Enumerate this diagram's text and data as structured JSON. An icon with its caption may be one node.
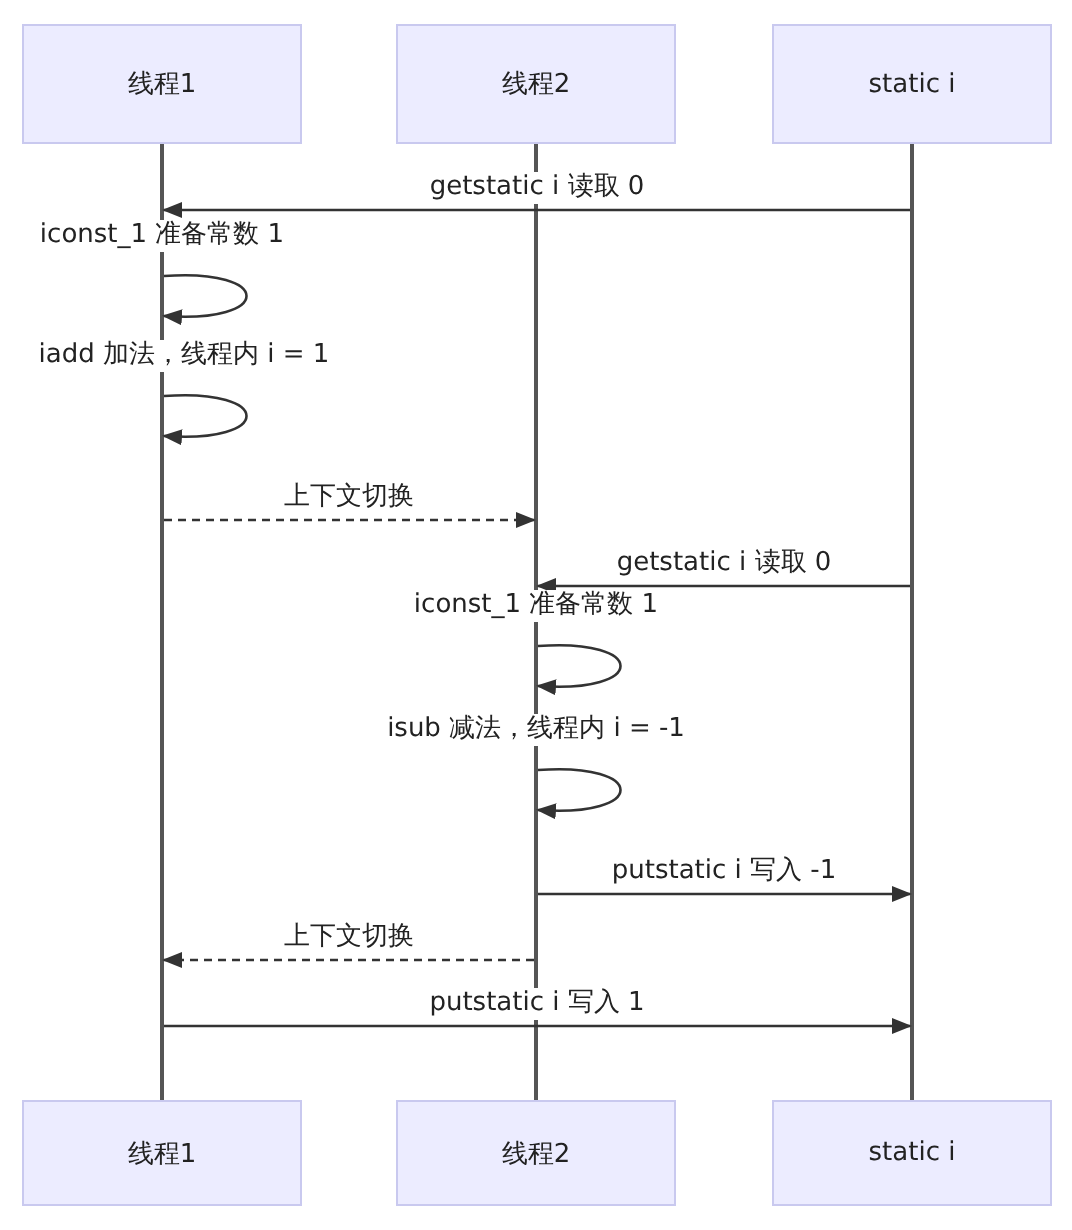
{
  "diagram": {
    "nodes": [
      {
        "text": [
          "线程1"
        ]
      },
      {
        "text": [
          "线程2"
        ]
      },
      {
        "text": [
          "static i"
        ]
      },
      {
        "text": [],
        "shape": "line"
      },
      {
        "text": [],
        "shape": "line"
      },
      {
        "text": [],
        "shape": "line"
      },
      {
        "text": [
          "线程1"
        ]
      },
      {
        "text": [
          "线程2"
        ]
      },
      {
        "text": [
          "static i"
        ]
      }
    ],
    "edges": [
      {
        "from": 5,
        "to": 3,
        "arrow": "to",
        "label": "getstatic i 读取 0"
      },
      {
        "from": 3,
        "to": 3,
        "arrow": "to",
        "label": "iconst_1 准备常数 1"
      },
      {
        "from": 3,
        "to": 3,
        "arrow": "to",
        "label": "iadd 加法，线程内 i = 1"
      },
      {
        "from": 3,
        "to": 4,
        "arrow": "to",
        "label": "上下文切换",
        "style": "dashed"
      },
      {
        "from": 5,
        "to": 4,
        "arrow": "to",
        "label": "getstatic i 读取 0"
      },
      {
        "from": 4,
        "to": 4,
        "arrow": "to",
        "label": "iconst_1 准备常数 1"
      },
      {
        "from": 4,
        "to": 4,
        "arrow": "to",
        "label": "isub 减法，线程内 i = -1"
      },
      {
        "from": 4,
        "to": 5,
        "arrow": "to",
        "label": "putstatic i 写入 -1"
      },
      {
        "from": 4,
        "to": 3,
        "arrow": "to",
        "label": "上下文切换",
        "style": "dashed"
      },
      {
        "from": 3,
        "to": 5,
        "arrow": "to",
        "label": "putstatic i 写入 1"
      }
    ]
  }
}
